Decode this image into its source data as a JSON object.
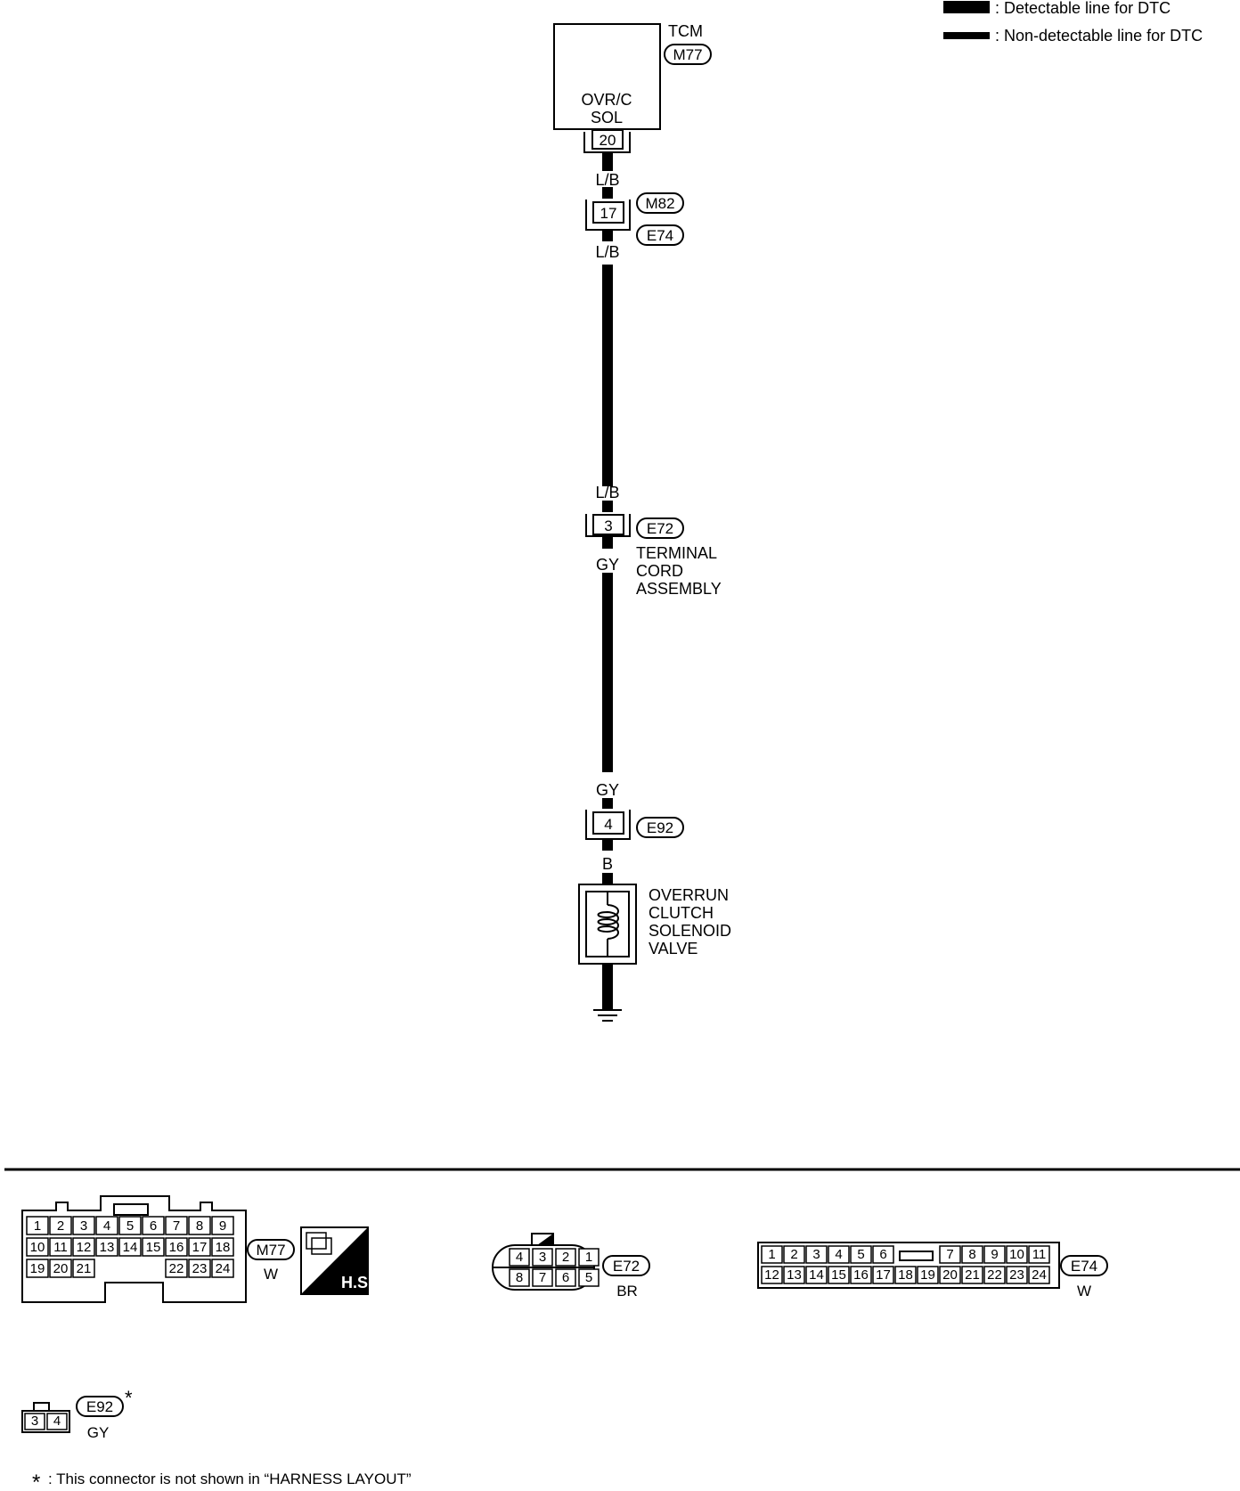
{
  "legend": {
    "detectable": ": Detectable line for DTC",
    "non_detectable": ": Non-detectable line for DTC"
  },
  "tcm": {
    "title": "TCM",
    "connector": "M77",
    "function_line1": "OVR/C",
    "function_line2": "SOL",
    "terminal": "20"
  },
  "wires": {
    "wire1": "L/B",
    "wire2": "L/B",
    "wire3": "L/B",
    "wire4": "GY",
    "wire5": "GY",
    "wire6": "B"
  },
  "joint_m82_e74": {
    "terminal": "17",
    "conn_upper": "M82",
    "conn_lower": "E74"
  },
  "terminal_cord": {
    "terminal": "3",
    "connector": "E72",
    "line1": "TERMINAL",
    "line2": "CORD",
    "line3": "ASSEMBLY"
  },
  "e92": {
    "terminal": "4",
    "connector": "E92"
  },
  "solenoid": {
    "line1": "OVERRUN",
    "line2": "CLUTCH",
    "line3": "SOLENOID",
    "line4": "VALVE"
  },
  "connector_views": {
    "m77": {
      "row1": [
        "1",
        "2",
        "3",
        "4",
        "5",
        "6",
        "7",
        "8",
        "9"
      ],
      "row2": [
        "10",
        "11",
        "12",
        "13",
        "14",
        "15",
        "16",
        "17",
        "18"
      ],
      "row3a": [
        "19",
        "20",
        "21"
      ],
      "row3b": [
        "22",
        "23",
        "24"
      ],
      "id": "M77",
      "color": "W",
      "hs": "H.S."
    },
    "e72": {
      "top": [
        "4",
        "3",
        "2",
        "1"
      ],
      "bottom": [
        "8",
        "7",
        "6",
        "5"
      ],
      "id": "E72",
      "color": "BR"
    },
    "e74": {
      "row1a": [
        "1",
        "2",
        "3",
        "4",
        "5",
        "6"
      ],
      "row1b": [
        "7",
        "8",
        "9",
        "10",
        "11"
      ],
      "row2": [
        "12",
        "13",
        "14",
        "15",
        "16",
        "17",
        "18",
        "19",
        "20",
        "21",
        "22",
        "23",
        "24"
      ],
      "id": "E74",
      "color": "W"
    },
    "e92": {
      "pins": [
        "3",
        "4"
      ],
      "id": "E92",
      "star": "*",
      "color": "GY"
    }
  },
  "footnote": {
    "star": "*",
    "text": ": This connector is not shown in “HARNESS LAYOUT”"
  }
}
